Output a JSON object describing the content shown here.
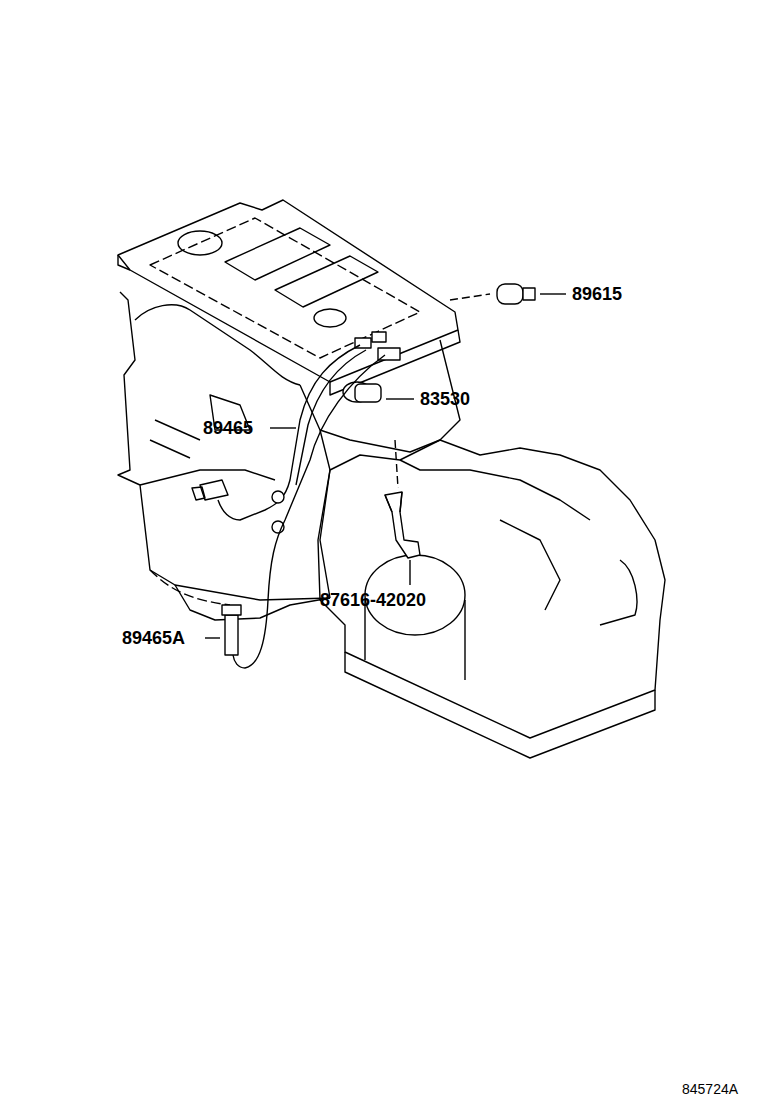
{
  "diagram": {
    "labels": [
      "89615",
      "83530",
      "89465",
      "87616-42020",
      "89465A",
      "845724A"
    ]
  }
}
